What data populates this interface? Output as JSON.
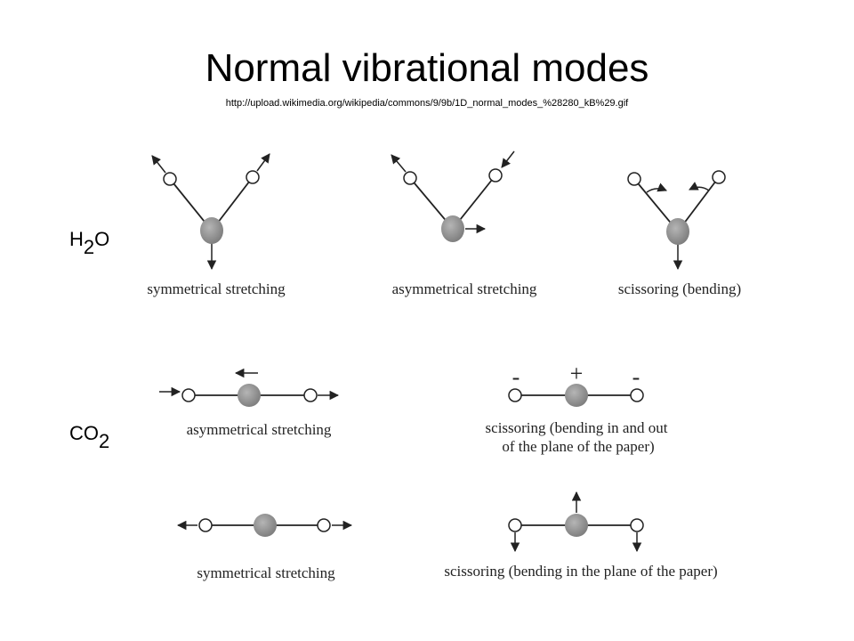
{
  "title": "Normal vibrational modes",
  "source_url": "http://upload.wikimedia.org/wikipedia/commons/9/9b/1D_normal_modes_%28280_kB%29.gif",
  "rows": {
    "h2o": {
      "prefix": "H",
      "sub": "2",
      "suffix": "O"
    },
    "co2": {
      "prefix": "CO",
      "sub": "2",
      "suffix": ""
    }
  },
  "captions": {
    "h2o_symmetrical": "symmetrical stretching",
    "h2o_asymmetrical": "asymmetrical stretching",
    "h2o_scissoring": "scissoring (bending)",
    "co2_asymmetrical": "asymmetrical stretching",
    "co2_scissoring_out_line1": "scissoring (bending in and out",
    "co2_scissoring_out_line2": "of the plane of the paper)",
    "co2_symmetrical": "symmetrical stretching",
    "co2_scissoring_in": "scissoring (bending in the plane of the paper)"
  },
  "signs": {
    "minus": "-",
    "plus": "+"
  },
  "colors": {
    "central_atom": "#8a8a8a",
    "line": "#222222"
  }
}
